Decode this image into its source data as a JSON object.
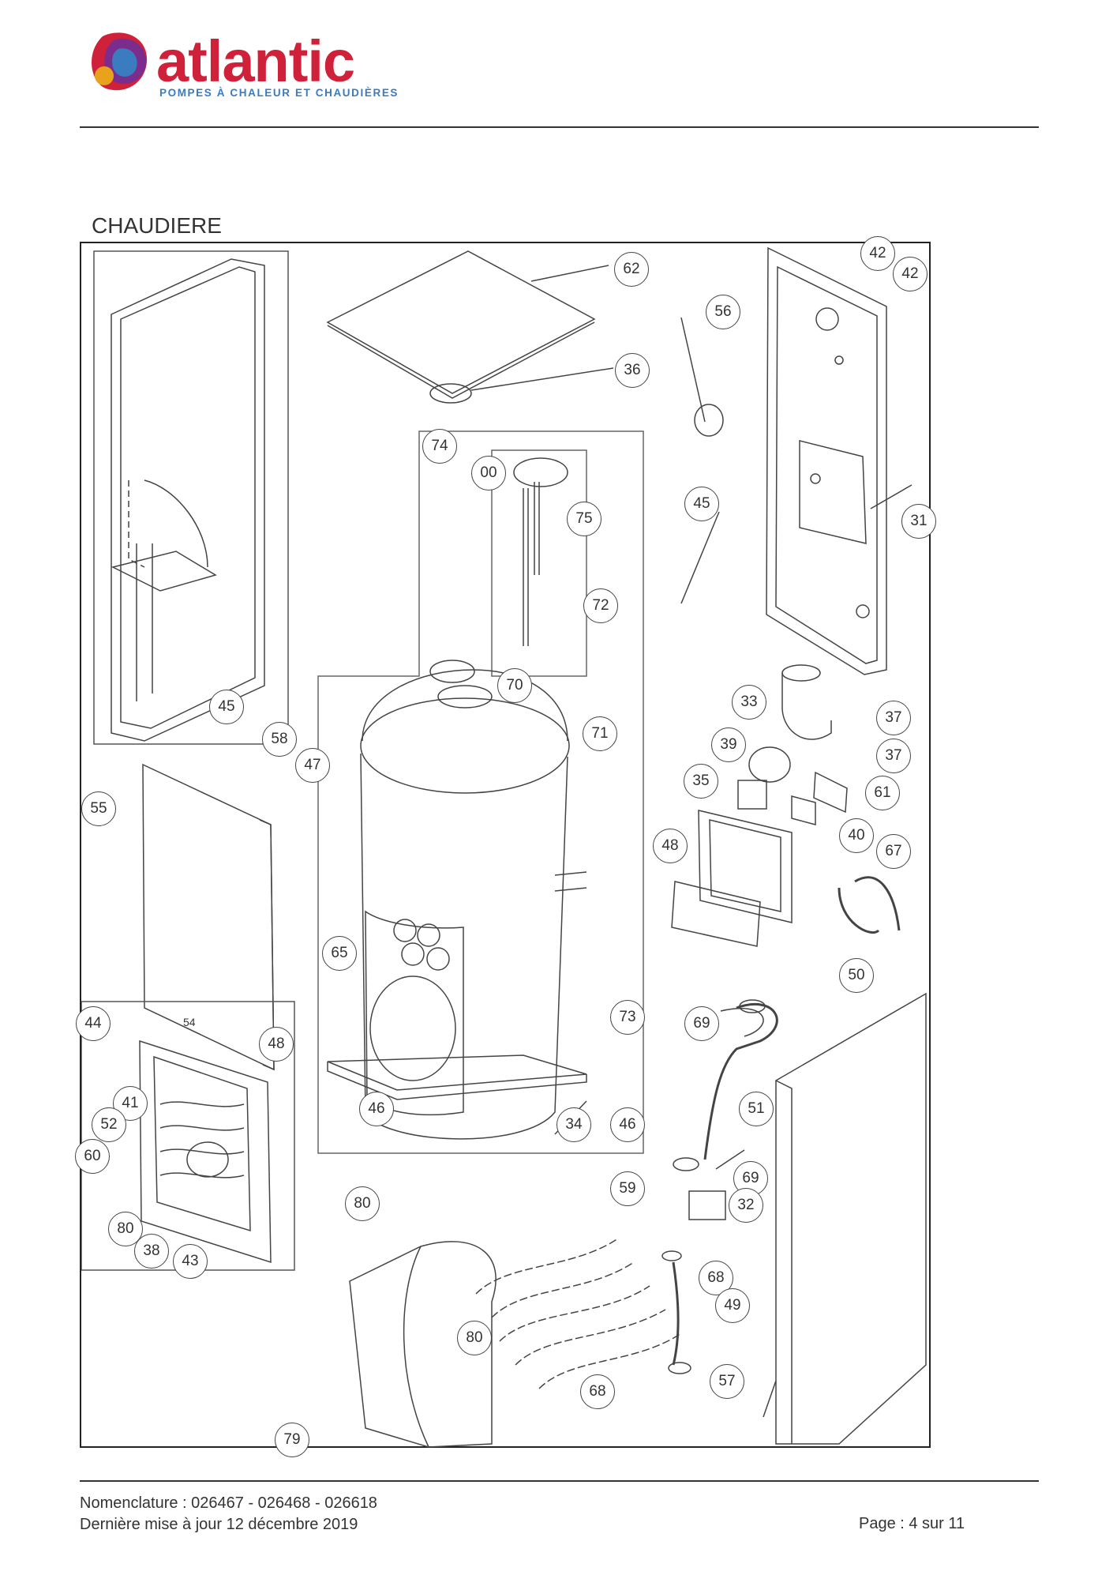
{
  "brand": {
    "name": "atlantic",
    "tagline": "POMPES À CHALEUR ET CHAUDIÈRES",
    "colors": {
      "red": "#d0213a",
      "purple": "#7b2d8e",
      "blue": "#3b7bbf"
    }
  },
  "section_title": "CHAUDIERE",
  "callouts": {
    "c62": "62",
    "c36": "36",
    "c74": "74",
    "c00": "00",
    "c75": "75",
    "c72": "72",
    "c70": "70",
    "c71": "71",
    "c56": "56",
    "c42a": "42",
    "c42b": "42",
    "c45a": "45",
    "c31": "31",
    "c45b": "45",
    "c58": "58",
    "c47": "47",
    "c55": "55",
    "c33": "33",
    "c37a": "37",
    "c39": "39",
    "c37b": "37",
    "c35": "35",
    "c61": "61",
    "c40": "40",
    "c67": "67",
    "c48a": "48",
    "c50": "50",
    "c65": "65",
    "c73": "73",
    "c44": "44",
    "c48b": "48",
    "c69a": "69",
    "c41": "41",
    "c46a": "46",
    "c52": "52",
    "c51": "51",
    "c34": "34",
    "c46b": "46",
    "c60": "60",
    "c59": "59",
    "c69b": "69",
    "c80a": "80",
    "c32": "32",
    "c80b": "80",
    "c38": "38",
    "c43": "43",
    "c68a": "68",
    "c49": "49",
    "c80c": "80",
    "c57": "57",
    "c68b": "68",
    "c79": "79"
  },
  "label_54": "54",
  "footer": {
    "nomenclature": "Nomenclature : 026467 - 026468 - 026618",
    "updated": "Dernière mise à jour 12 décembre 2019",
    "page": "Page : 4 sur 11"
  }
}
